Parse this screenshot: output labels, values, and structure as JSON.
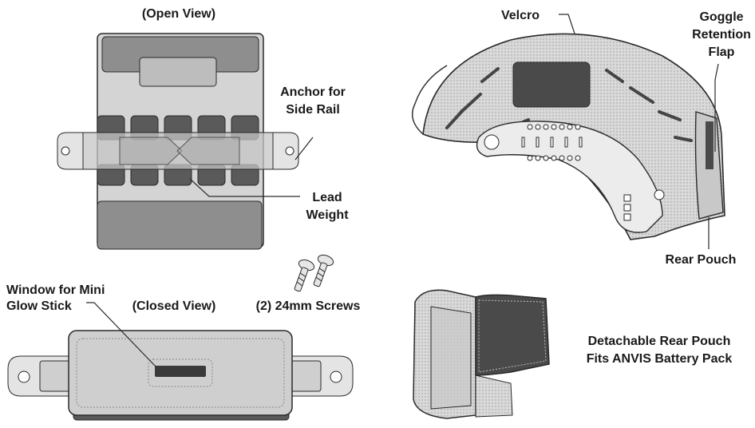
{
  "labels": {
    "open_view": "(Open View)",
    "anchor_line1": "Anchor for",
    "anchor_line2": "Side Rail",
    "lead_line1": "Lead",
    "lead_line2": "Weight",
    "screws": "(2) 24mm Screws",
    "window_line1": "Window for Mini",
    "window_line2": "Glow Stick",
    "closed_view": "(Closed View)",
    "velcro": "Velcro",
    "goggle_line1": "Goggle",
    "goggle_line2": "Retention",
    "goggle_line3": "Flap",
    "rear_pouch": "Rear Pouch",
    "detachable_line1": "Detachable Rear Pouch",
    "detachable_line2": "Fits ANVIS Battery Pack"
  },
  "colors": {
    "panel_light": "#d4d4d4",
    "panel_dark": "#8e8e8e",
    "weight_dark": "#5a5a5a",
    "velcro": "#4a4a4a",
    "camo_light": "#dcdcdc",
    "camo_mid": "#b8b8b8",
    "outline": "#2a2a2a"
  }
}
